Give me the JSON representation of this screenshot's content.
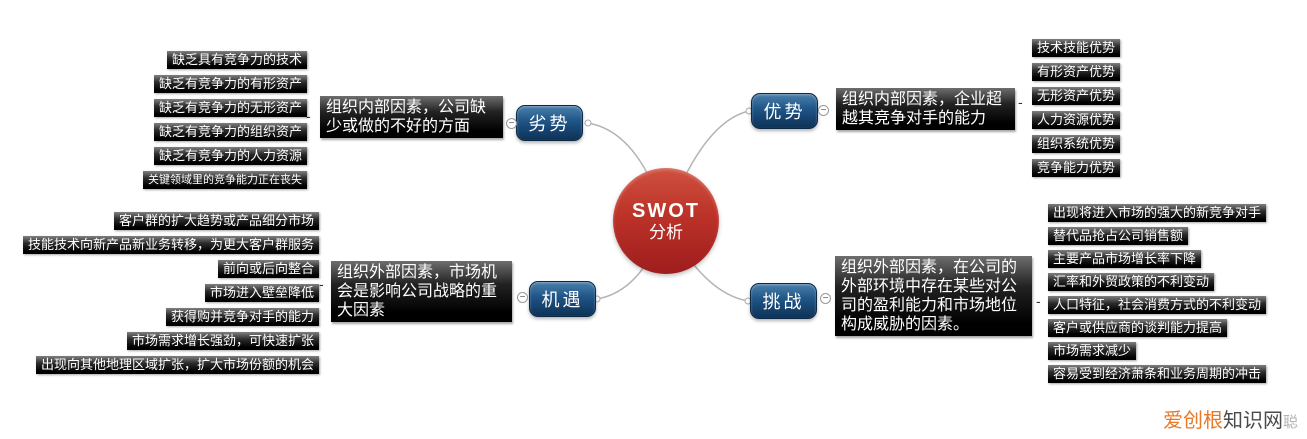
{
  "center": {
    "title": "SWOT",
    "subtitle": "分析"
  },
  "symbols": {
    "collapse": "−",
    "dash": "-"
  },
  "branches": {
    "weakness": {
      "label": "劣势",
      "description": "组织内部因素，公司缺少或做的不好的方面",
      "items": [
        "缺乏具有竞争力的技术",
        "缺乏有竞争力的有形资产",
        "缺乏有竞争力的无形资产",
        "缺乏有竞争力的组织资产",
        "缺乏有竞争力的人力资源",
        "关键领域里的竞争能力正在丧失"
      ]
    },
    "strength": {
      "label": "优势",
      "description": "组织内部因素，企业超越其竞争对手的能力",
      "items": [
        "技术技能优势",
        "有形资产优势",
        "无形资产优势",
        "人力资源优势",
        "组织系统优势",
        "竞争能力优势"
      ]
    },
    "opportunity": {
      "label": "机遇",
      "description": "组织外部因素，市场机会是影响公司战略的重大因素",
      "items": [
        "客户群的扩大趋势或产品细分市场",
        "技能技术向新产品新业务转移，为更大客户群服务",
        "前向或后向整合",
        "市场进入壁垒降低",
        "获得购并竞争对手的能力",
        "市场需求增长强劲，可快速扩张",
        "出现向其他地理区域扩张，扩大市场份额的机会"
      ]
    },
    "threat": {
      "label": "挑战",
      "description": "组织外部因素，在公司的外部环境中存在某些对公司的盈利能力和市场地位构成威胁的因素。",
      "items": [
        "出现将进入市场的强大的新竞争对手",
        "替代品抢占公司销售额",
        "主要产品市场增长率下降",
        "汇率和外贸政策的不利变动",
        "人口特征，社会消费方式的不利变动",
        "客户或供应商的谈判能力提高",
        "市场需求减少",
        "容易受到经济萧条和业务周期的冲击"
      ]
    }
  },
  "watermark": {
    "brand": "爱创根",
    "suffix": "知识网",
    "tail": "聪"
  },
  "colors": {
    "center_red": "#b02a24",
    "node_blue": "#1e5486",
    "leaf_black": "#000000",
    "link_gray": "#b3b3b3",
    "watermark_orange": "#e8782a"
  }
}
